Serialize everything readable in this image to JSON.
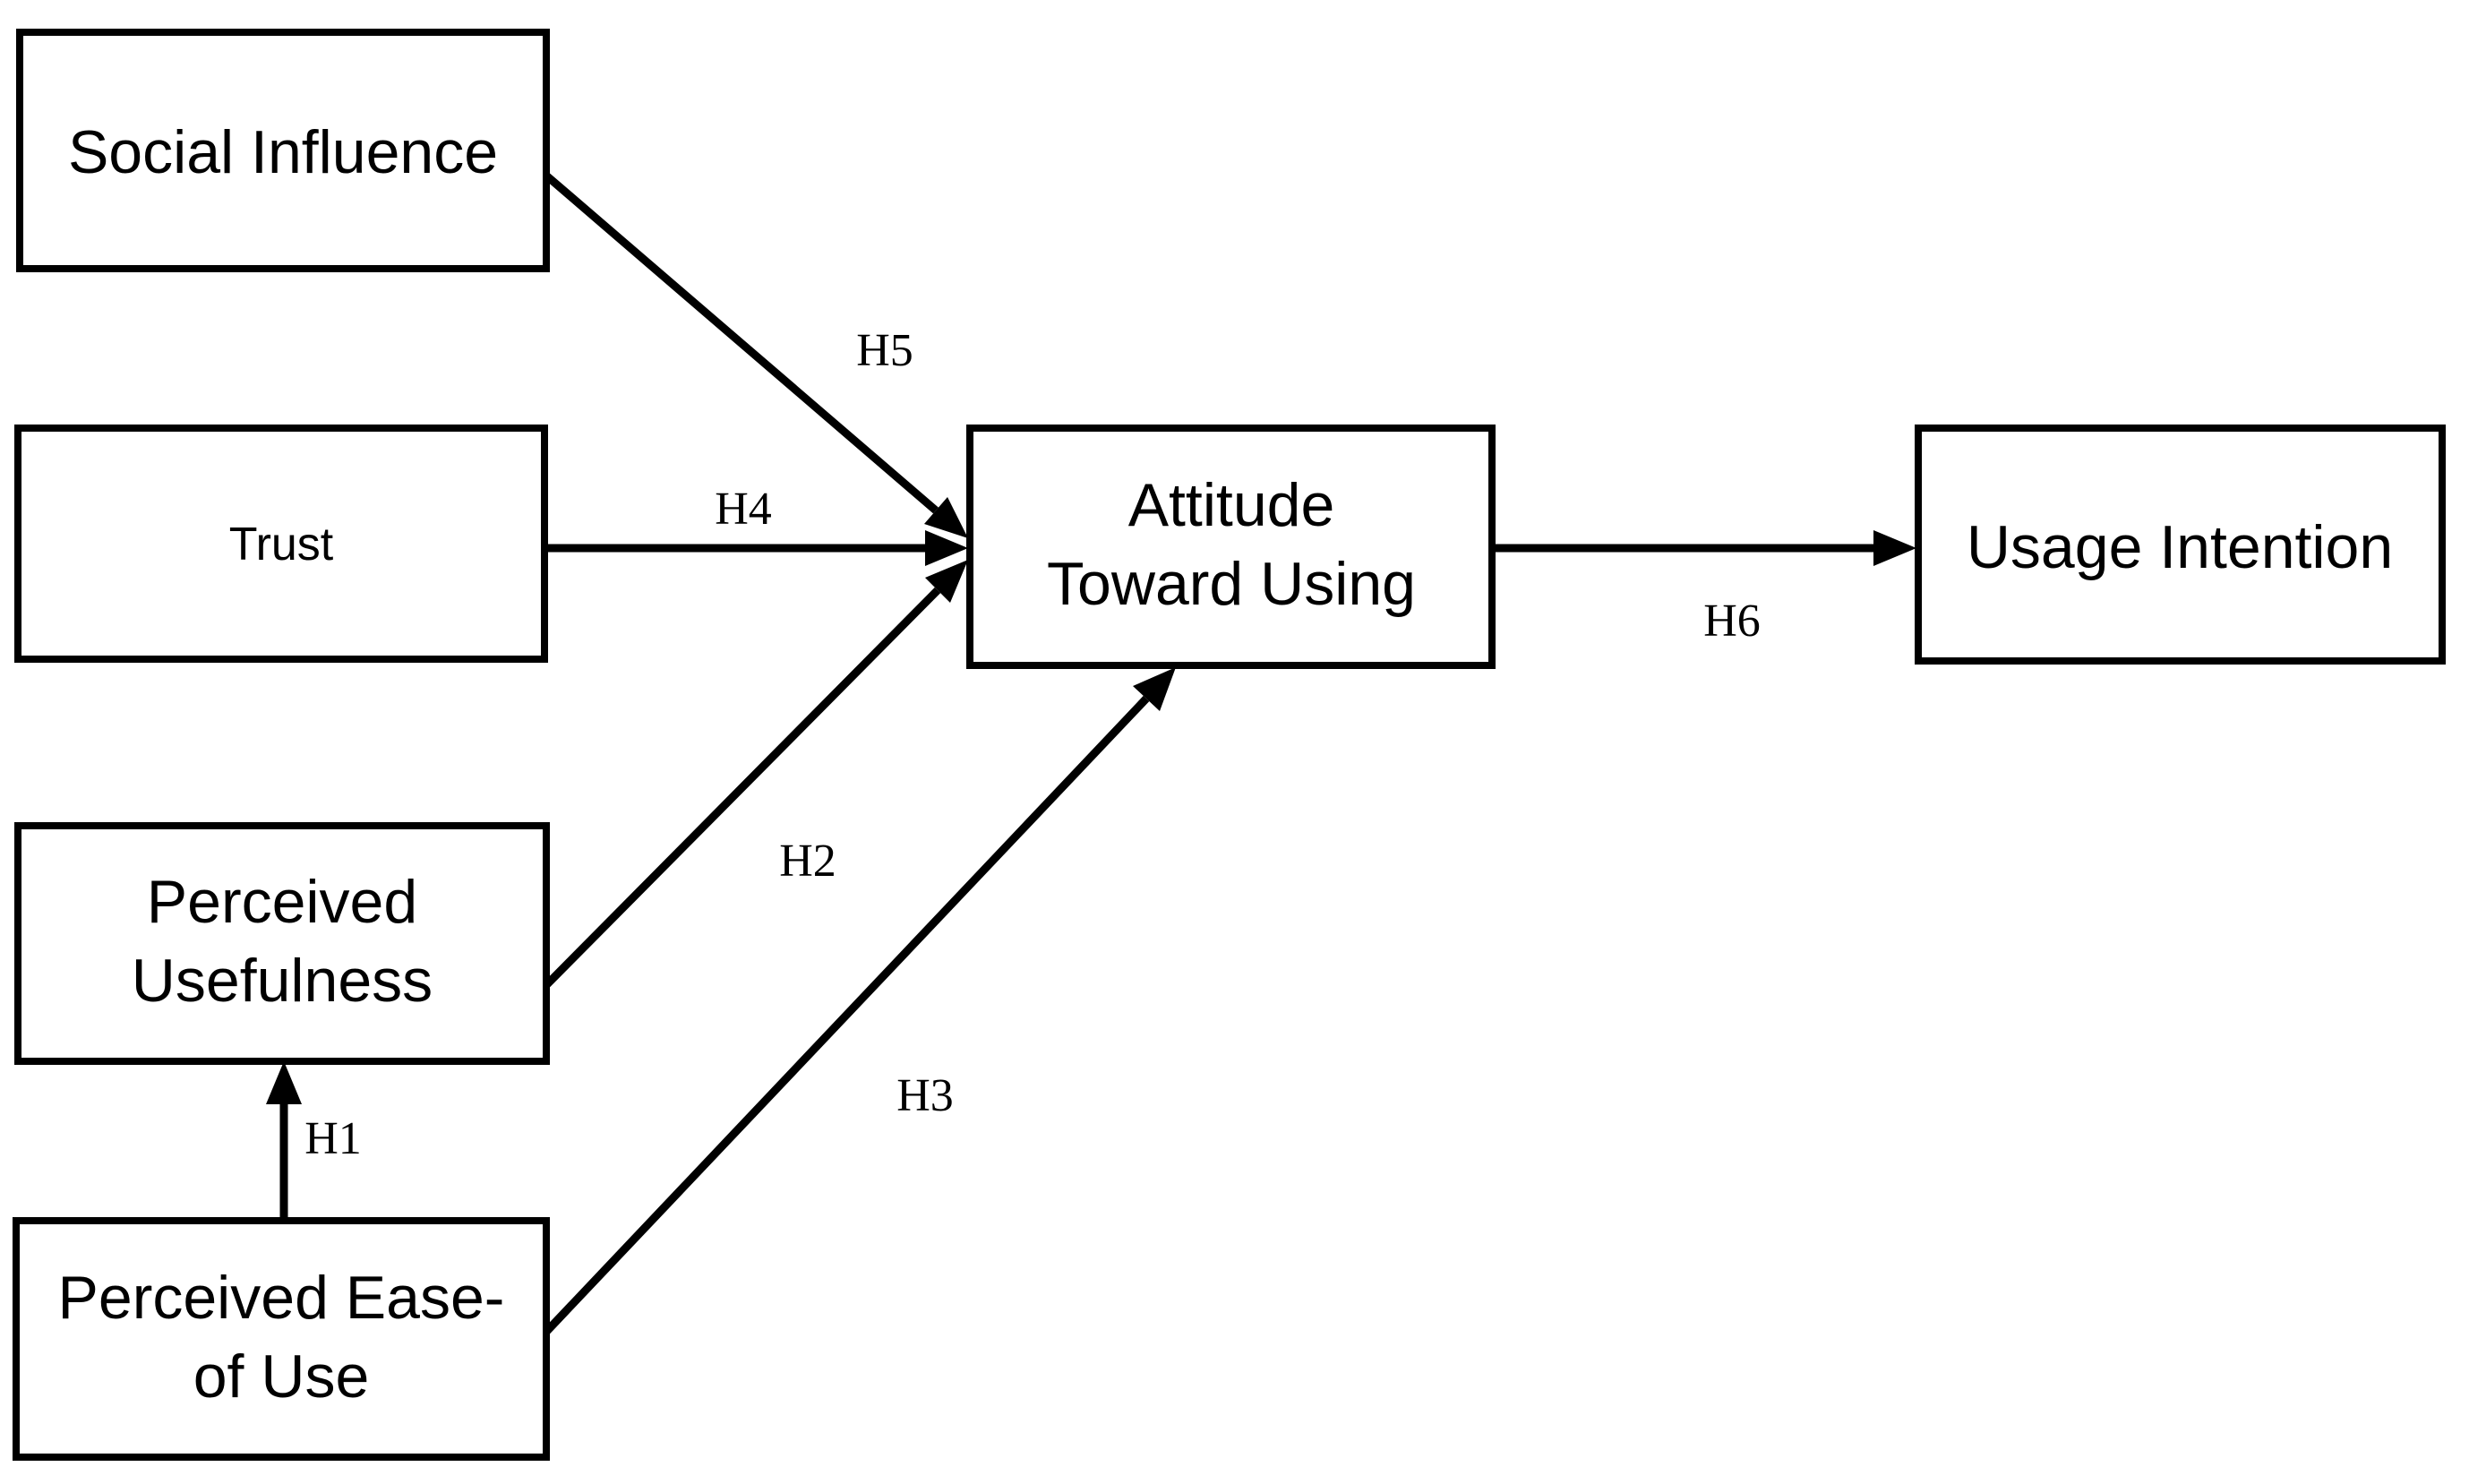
{
  "diagram": {
    "type": "path-model",
    "background_color": "#ffffff",
    "line_color": "#000000",
    "boxes": {
      "social_influence": {
        "label": "Social Influence",
        "lines": [
          "Social Influence"
        ]
      },
      "trust": {
        "label": "Trust",
        "lines": [
          "Trust"
        ]
      },
      "perceived_usefulness": {
        "label": "Perceived Usefulness",
        "lines": [
          "Perceived",
          "Usefulness"
        ]
      },
      "perceived_ease_of_use": {
        "label": "Perceived Ease-of Use",
        "lines": [
          "Perceived Ease-",
          "of Use"
        ]
      },
      "attitude_toward_using": {
        "label": "Attitude Toward Using",
        "lines": [
          "Attitude",
          "Toward Using"
        ]
      },
      "usage_intention": {
        "label": "Usage Intention",
        "lines": [
          "Usage Intention"
        ]
      }
    },
    "hypotheses": {
      "h1": {
        "label": "H1",
        "from": "Perceived Ease-of Use",
        "to": "Perceived Usefulness"
      },
      "h2": {
        "label": "H2",
        "from": "Perceived Usefulness",
        "to": "Attitude Toward Using"
      },
      "h3": {
        "label": "H3",
        "from": "Perceived Ease-of Use",
        "to": "Attitude Toward Using"
      },
      "h4": {
        "label": "H4",
        "from": "Trust",
        "to": "Attitude Toward Using"
      },
      "h5": {
        "label": "H5",
        "from": "Social Influence",
        "to": "Attitude Toward Using"
      },
      "h6": {
        "label": "H6",
        "from": "Attitude Toward Using",
        "to": "Usage Intention"
      }
    }
  }
}
